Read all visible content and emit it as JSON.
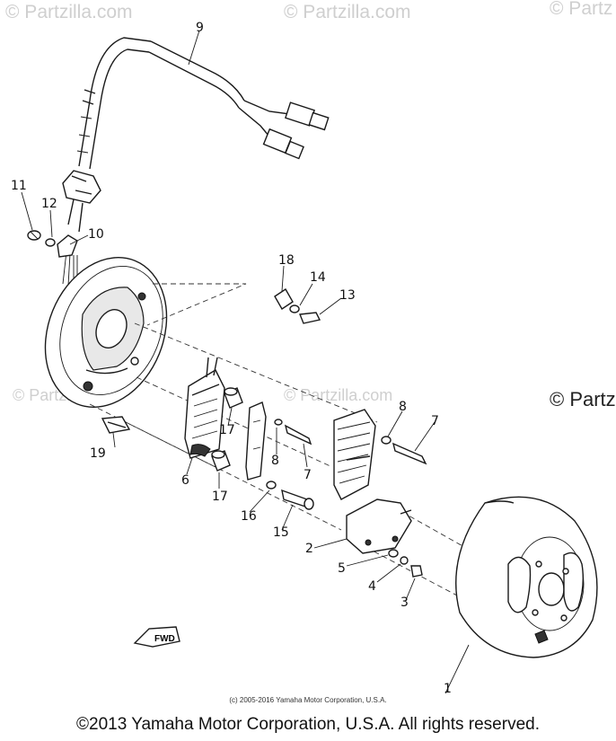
{
  "watermarks": {
    "top_left": "© Partzilla.com",
    "top_center": "© Partzilla.com",
    "top_right": "© Partz",
    "mid_left": "© Partzilla.com",
    "mid_center": "© Partzilla.com",
    "mid_right": "© Partz"
  },
  "callouts": {
    "c1": "1",
    "c2": "2",
    "c3": "3",
    "c4": "4",
    "c5": "5",
    "c6": "6",
    "c7a": "7",
    "c7b": "7",
    "c8a": "8",
    "c8b": "8",
    "c9": "9",
    "c10": "10",
    "c11": "11",
    "c12": "12",
    "c13": "13",
    "c14": "14",
    "c15": "15",
    "c16": "16",
    "c17a": "17",
    "c17b": "17",
    "c18": "18",
    "c19": "19"
  },
  "fwd_label": "FWD",
  "credit": "(c) 2005-2016 Yamaha Motor Corporation, U.S.A.",
  "copyright": "©2013 Yamaha Motor Corporation, U.S.A. All rights reserved."
}
